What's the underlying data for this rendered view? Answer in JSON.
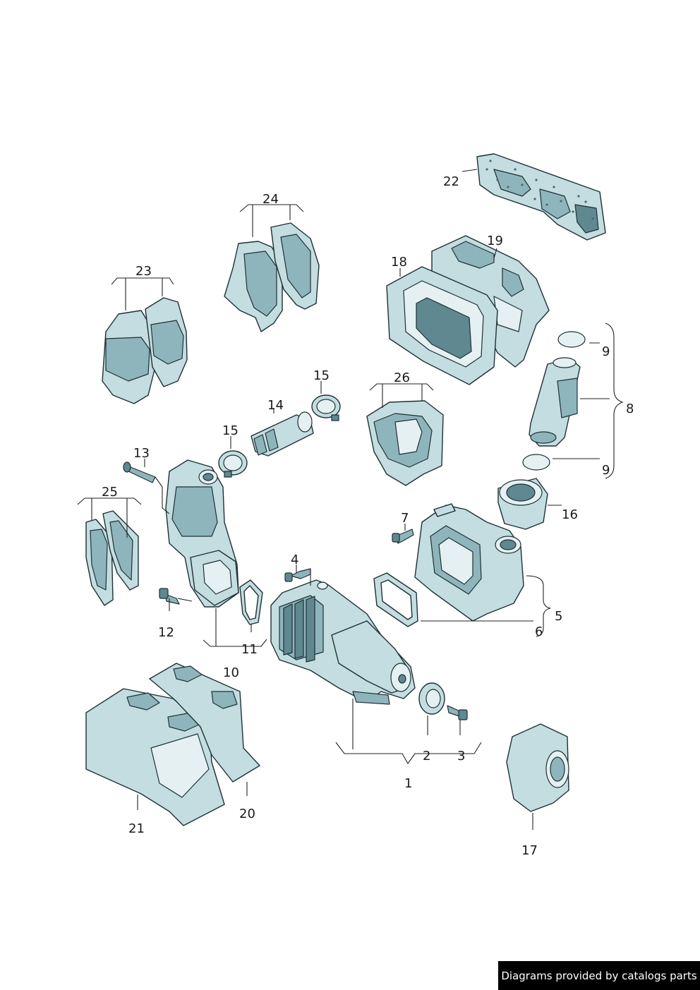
{
  "callouts": {
    "c1": "1",
    "c2": "2",
    "c3": "3",
    "c4": "4",
    "c5": "5",
    "c6": "6",
    "c7": "7",
    "c8": "8",
    "c9a": "9",
    "c9b": "9",
    "c10": "10",
    "c11": "11",
    "c12": "12",
    "c13": "13",
    "c14": "14",
    "c15a": "15",
    "c15b": "15",
    "c16": "16",
    "c17": "17",
    "c18": "18",
    "c19": "19",
    "c20": "20",
    "c21": "21",
    "c22": "22",
    "c23": "23",
    "c24": "24",
    "c25": "25",
    "c26": "26"
  },
  "credit": "Diagrams provided by catalogs parts",
  "colors": {
    "part_fill": "#c3dde0",
    "part_shade": "#8fb5bc",
    "outline": "#1e3035",
    "credit_bg": "#000000"
  }
}
